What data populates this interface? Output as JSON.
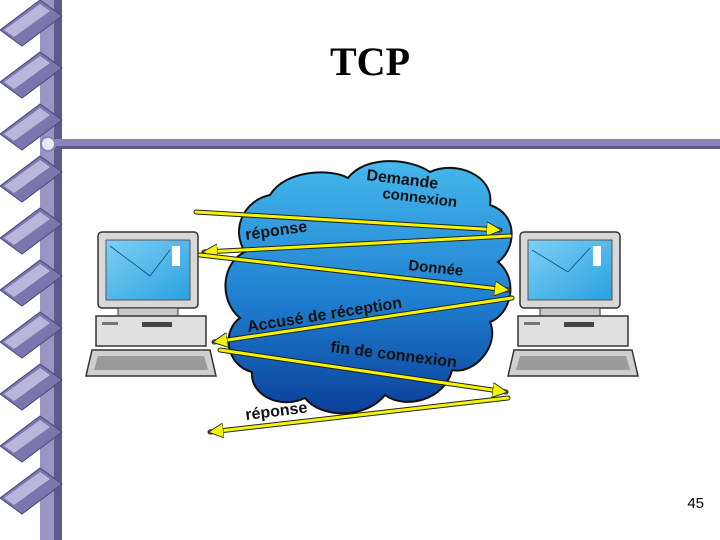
{
  "slide": {
    "title": "TCP",
    "page_number": "45"
  },
  "diagram": {
    "labels": {
      "demande_connexion_line1": "Demande",
      "demande_connexion_line2": "connexion",
      "reponse_1": "réponse",
      "donnee": "Donnée",
      "accuse_reception": "Accusé de réception",
      "fin_connexion": "fin de connexion",
      "reponse_2": "réponse"
    },
    "nodes": [
      "left-computer",
      "right-computer",
      "network-cloud"
    ],
    "colors": {
      "arrow": "#f5f500",
      "cloud_dark": "#0b4aa8",
      "cloud_light": "#3fb0e8",
      "border_purple": "#8a85b8"
    }
  }
}
